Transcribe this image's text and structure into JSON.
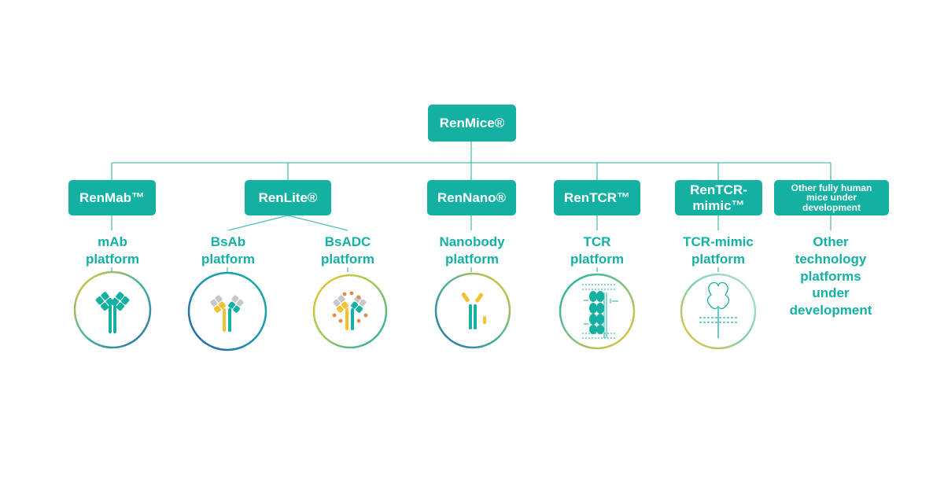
{
  "root": {
    "label": "RenMice®"
  },
  "platforms": [
    {
      "id": "renmab",
      "box": "RenMab™",
      "captions": [
        "mAb\nplatform"
      ]
    },
    {
      "id": "renlite",
      "box": "RenLite®",
      "captions": [
        "BsAb\nplatform",
        "BsADC\nplatform"
      ]
    },
    {
      "id": "rennano",
      "box": "RenNano®",
      "captions": [
        "Nanobody\nplatform"
      ]
    },
    {
      "id": "rentcr",
      "box": "RenTCR™",
      "captions": [
        "TCR\nplatform"
      ]
    },
    {
      "id": "rentcr-mimic",
      "box": "RenTCR-\nmimic™",
      "captions": [
        "TCR-mimic\nplatform"
      ]
    },
    {
      "id": "other",
      "box": "Other fully human\nmice under\ndevelopment",
      "captions": [
        "Other\ntechnology\nplatforms\nunder\ndevelopment"
      ]
    }
  ],
  "colors": {
    "teal": "#14b1a3",
    "line": "#4fbfb1",
    "yellow": "#f2c230",
    "blue": "#2a6ea8",
    "grey": "#c7c7c7",
    "orange": "#e98a3c"
  },
  "icons": [
    "mab-antibody-icon",
    "bispecific-antibody-icon",
    "bispecific-adc-icon",
    "nanobody-icon",
    "tcr-icon",
    "tcr-mimic-icon"
  ]
}
